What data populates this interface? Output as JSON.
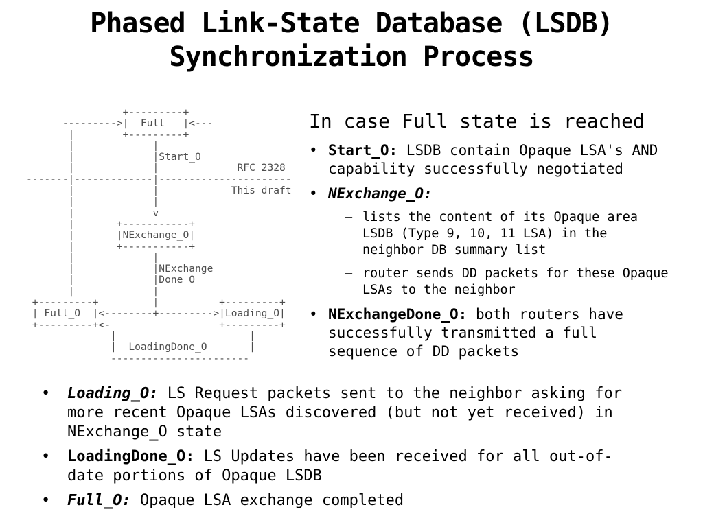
{
  "slide": {
    "title_line1": "Phased Link-State Database (LSDB)",
    "title_line2": "Synchronization Process"
  },
  "diagram": {
    "ascii": "                +---------+\n      --------->|  Full   |<---\n       |        +---------+\n       |             |\n       |             |Start_O\n       |             |             RFC 2328\n-------|-------------|----------------------\n       |             |            This draft\n       |             |\n       |             v\n       |       +-----------+\n       |       |NExchange_O|\n       |       +-----------+\n       |             |\n       |             |NExchange\n       |             |Done_O\n       |             |\n +---------+         |          +---------+\n | Full_O  |<--------+--------->|Loading_O|\n +---------+<-                  +---------+\n              |                      |\n              |  LoadingDone_O       |\n              -----------------------"
  },
  "right": {
    "heading": "In case Full state is reached",
    "bullets": [
      {
        "marker": "•",
        "term": "Start_O: ",
        "text": "LSDB contain Opaque LSA's AND\ncapability successfully negotiated"
      },
      {
        "marker": "•",
        "term": "NExchange_O:",
        "text": ""
      },
      {
        "marker": "•",
        "term": "NExchangeDone_O: ",
        "text": "both routers have\nsuccessfully transmitted a full\nsequence of DD packets"
      }
    ],
    "sub_bullets": [
      {
        "marker": "–",
        "text": "lists the content of its Opaque area\nLSDB (Type 9, 10, 11 LSA) in the\nneighbor DB summary list"
      },
      {
        "marker": "–",
        "text": "router sends DD packets for these Opaque\nLSAs to the neighbor"
      }
    ]
  },
  "bottom": {
    "bullets": [
      {
        "marker": "•",
        "term": "Loading_O: ",
        "text": "LS Request packets sent to the neighbor asking for\nmore recent Opaque LSAs discovered (but not yet received) in\nNExchange_O state"
      },
      {
        "marker": "•",
        "term": "LoadingDone_O: ",
        "text": "LS Updates have been received for all out-of-\ndate portions of Opaque LSDB"
      },
      {
        "marker": "•",
        "term": "Full_O: ",
        "text": "Opaque LSA exchange completed"
      }
    ]
  }
}
